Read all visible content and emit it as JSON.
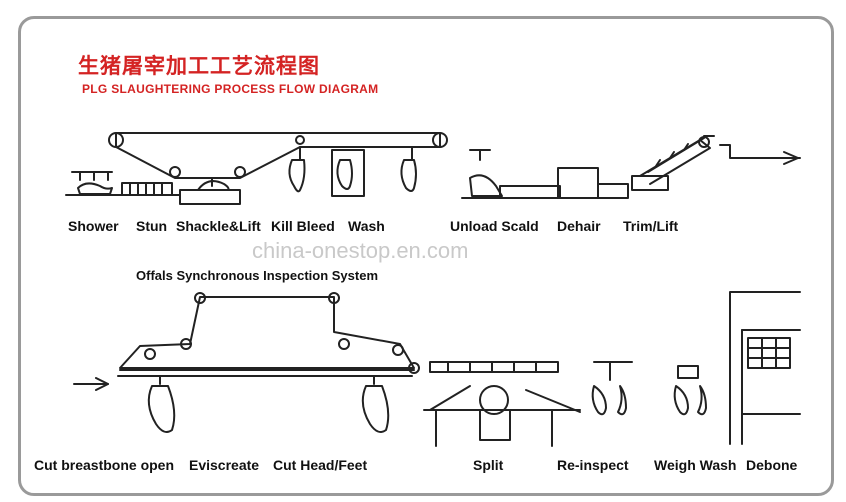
{
  "title_cn": "生猪屠宰加工工艺流程图",
  "title_en": "PLG SLAUGHTERING PROCESS FLOW DIAGRAM",
  "watermark": "china-onestop.en.com",
  "top_steps": [
    "Shower",
    "Stun",
    "Shackle&Lift",
    "Kill Bleed",
    "Wash",
    "Unload Scald",
    "Dehair",
    "Trim/Lift"
  ],
  "middle_label": "Offals Synchronous Inspection System",
  "bottom_steps": [
    "Cut breastbone open",
    "Eviscreate",
    "Cut Head/Feet",
    "Split",
    "Re-inspect",
    "Weigh Wash",
    "Debone"
  ],
  "colors": {
    "title": "#d42323",
    "ink": "#111111",
    "frame": "#9a9a9a",
    "watermark": "#c9c9c9"
  }
}
